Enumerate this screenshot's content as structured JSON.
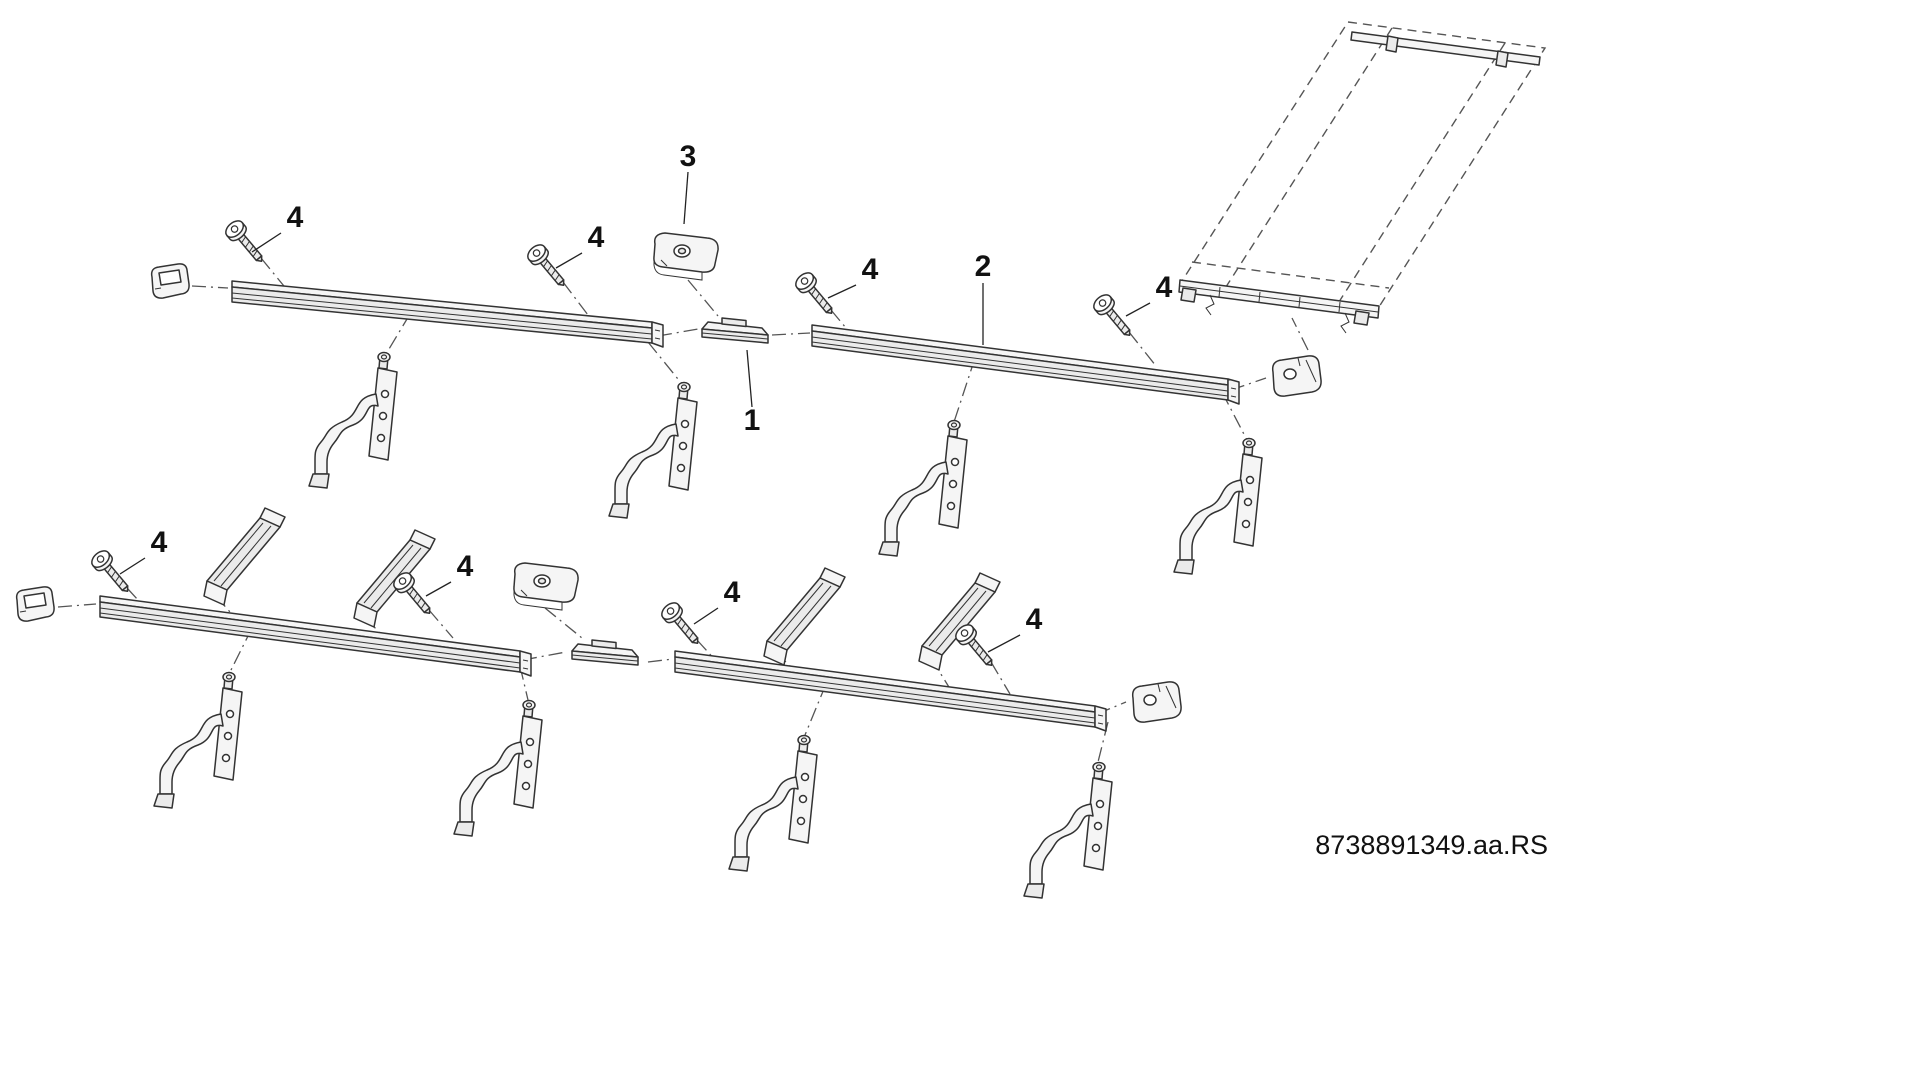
{
  "diagram": {
    "reference": "8738891349.aa.RS",
    "callouts": {
      "part1": "1",
      "part2": "2",
      "part3": "3",
      "screw_top_1": "4",
      "screw_top_2": "4",
      "screw_top_3": "4",
      "screw_top_4": "4",
      "screw_bottom_1": "4",
      "screw_bottom_2": "4",
      "screw_bottom_3": "4",
      "screw_bottom_4": "4"
    }
  }
}
